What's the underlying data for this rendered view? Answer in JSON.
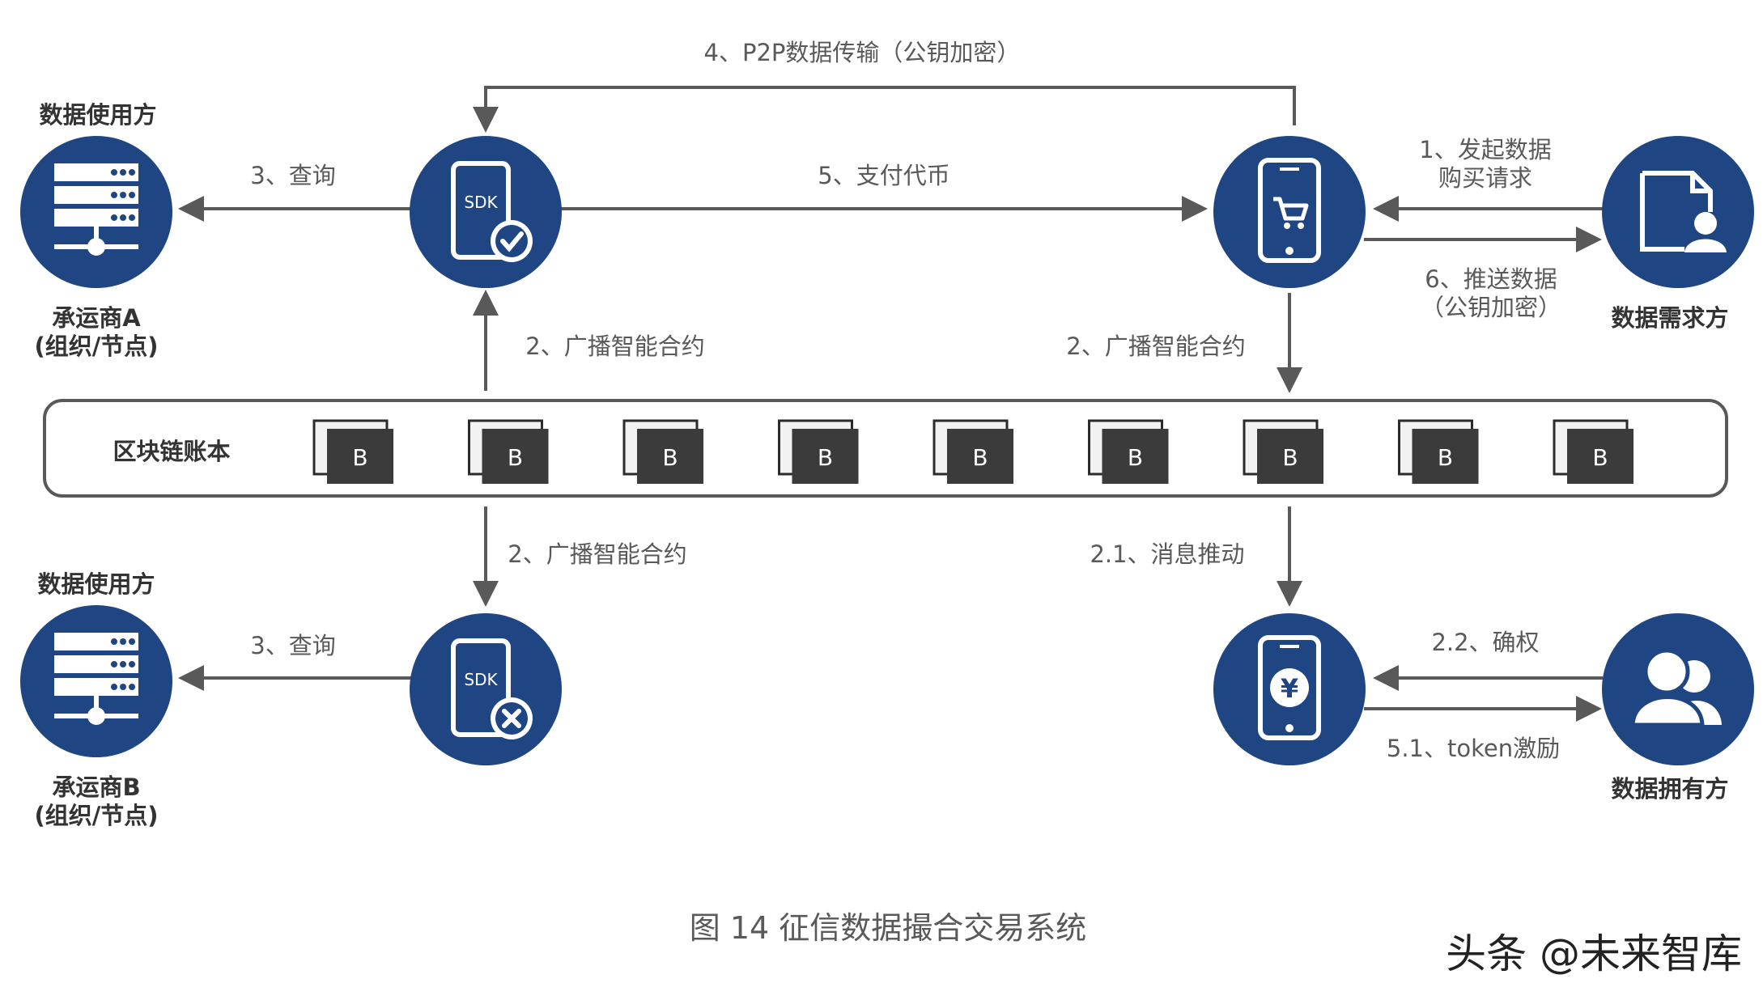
{
  "nodes": {
    "user_a": {
      "title": "数据使用方",
      "caption_line1": "承运商A",
      "caption_line2": "(组织/节点)",
      "icon": "server-icon"
    },
    "user_b": {
      "title": "数据使用方",
      "caption_line1": "承运商B",
      "caption_line2": "(组织/节点)",
      "icon": "server-icon"
    },
    "sdk_ok": {
      "chip": "SDK",
      "icon": "phone-sdk-check-icon"
    },
    "sdk_fail": {
      "chip": "SDK",
      "icon": "phone-sdk-cross-icon"
    },
    "cart_phone": {
      "icon": "phone-cart-icon"
    },
    "yen_phone": {
      "icon": "phone-yen-icon"
    },
    "demander": {
      "caption": "数据需求方",
      "icon": "document-user-icon"
    },
    "owner": {
      "caption": "数据拥有方",
      "icon": "users-icon"
    }
  },
  "edges": {
    "p2p": "4、P2P数据传输（公钥加密）",
    "query_a": "3、查询",
    "pay": "5、支付代币",
    "request_line1": "1、发起数据",
    "request_line2": "购买请求",
    "push_line1": "6、推送数据",
    "push_line2": "（公钥加密）",
    "broadcast_up_left": "2、广播智能合约",
    "broadcast_down_right": "2、广播智能合约",
    "broadcast_down_left": "2、广播智能合约",
    "msg_push": "2.1、消息推动",
    "query_b": "3、查询",
    "confirm": "2.2、确权",
    "token": "5.1、token激励"
  },
  "ledger": {
    "label": "区块链账本",
    "blocks": [
      "B",
      "B",
      "B",
      "B",
      "B",
      "B",
      "B",
      "B",
      "B"
    ]
  },
  "caption": "图 14 征信数据撮合交易系统",
  "watermark": "头条 @未来智库",
  "colors": {
    "circle": "#1f4682",
    "arrow": "#595959",
    "block": "#3b3b3b"
  }
}
